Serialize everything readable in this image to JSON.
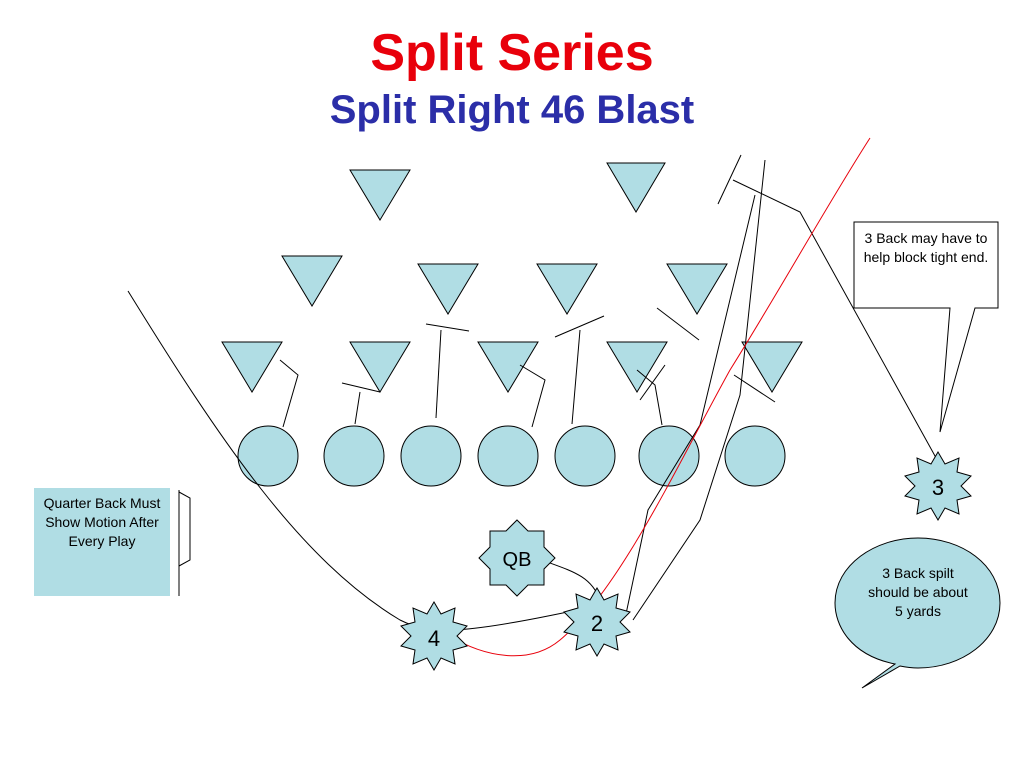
{
  "slide": {
    "title": "Split Series",
    "subtitle": "Split Right 46 Blast",
    "title_color": "#e8000b",
    "subtitle_color": "#2b2ea8"
  },
  "colors": {
    "player_fill": "#b0dde4",
    "stroke": "#000000",
    "path_red": "#e8000b"
  },
  "players": {
    "qb_label": "QB",
    "back_2_label": "2",
    "back_3_label": "3",
    "back_4_label": "4"
  },
  "notes": {
    "qb_motion": "Quarter Back Must Show Motion After Every Play",
    "back3_block": "3 Back may have to help block tight end.",
    "back3_split": "3 Back spilt should be about 5 yards"
  }
}
